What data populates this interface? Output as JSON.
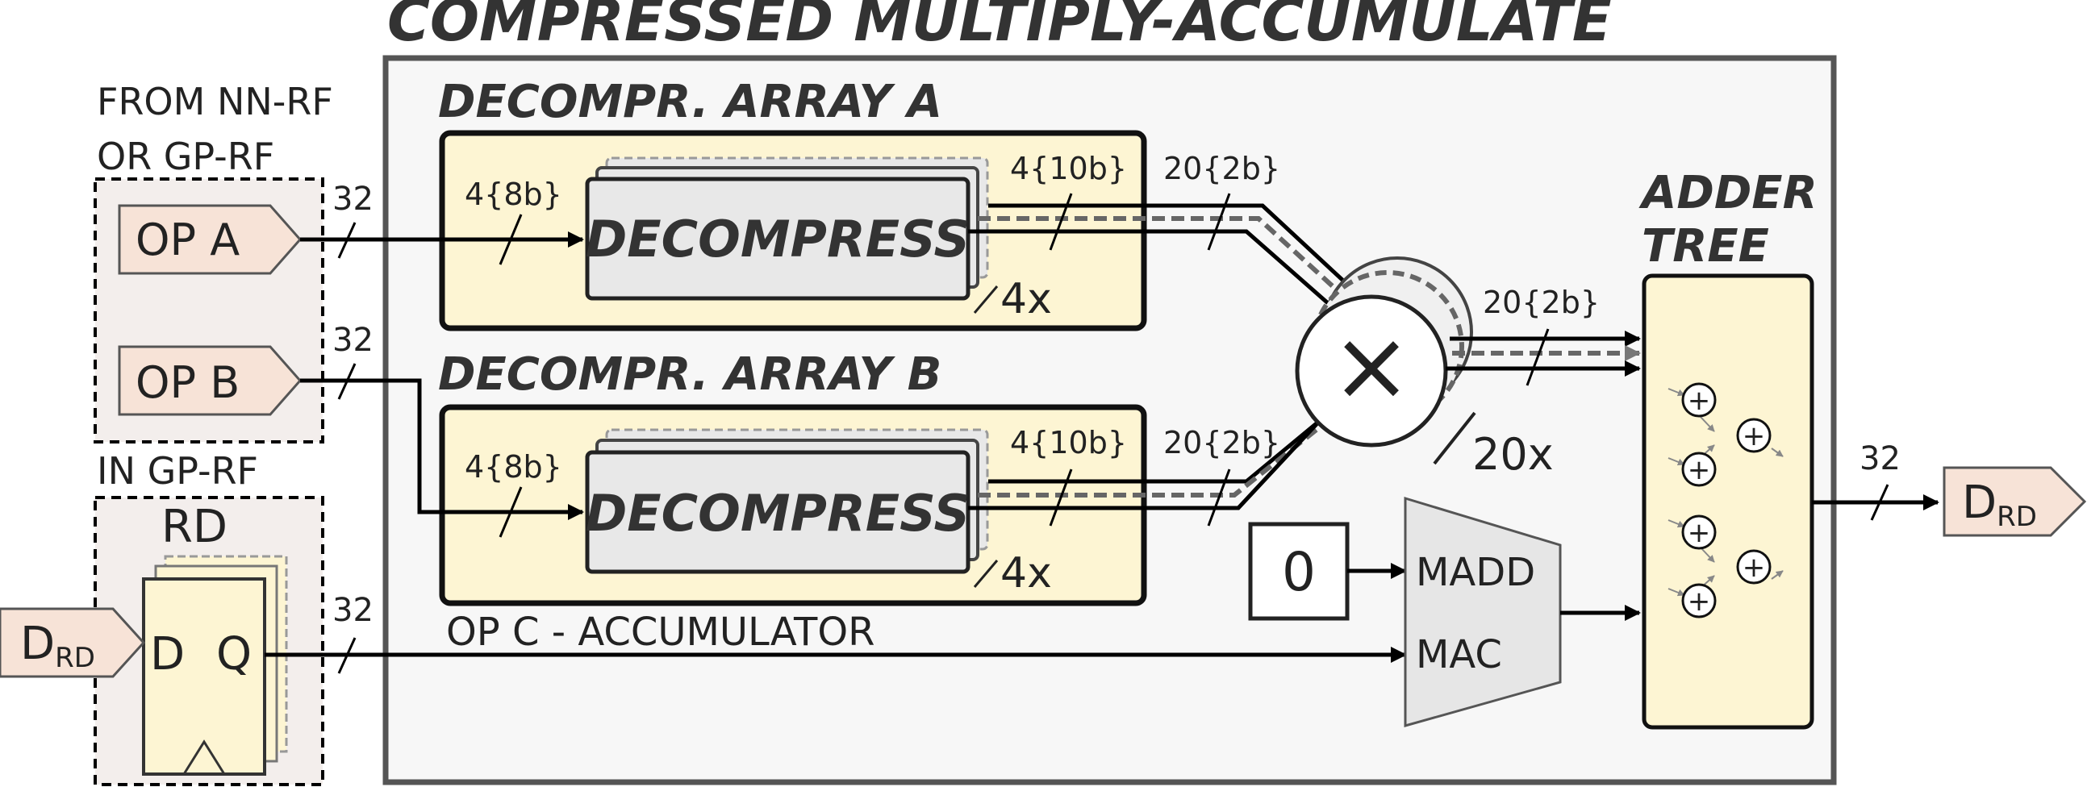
{
  "title": "COMPRESSED MULTIPLY-ACCUMULATE",
  "labels": {
    "from_rf_line1": "FROM NN-RF",
    "from_rf_line2": "OR GP-RF",
    "in_gprf": "IN GP-RF",
    "rd": "RD",
    "op_a": "OP A",
    "op_b": "OP B",
    "d_in_main": "D",
    "d_in_sub": "RD",
    "ff_d": "D",
    "ff_q": "Q",
    "array_a": "DECOMPR. ARRAY A",
    "array_b": "DECOMPR. ARRAY B",
    "decompress": "DECOMPRESS",
    "times_4": "4x",
    "times_20": "20x",
    "adder_tree_line1": "ADDER",
    "adder_tree_line2": "TREE",
    "zero": "0",
    "madd": "MADD",
    "mac": "MAC",
    "op_c": "OP C - ACCUMULATOR",
    "d_out_main": "D",
    "d_out_sub": "RD",
    "multiply_symbol": "×",
    "adder_symbol": "+"
  },
  "bus_widths": {
    "op_a": "32",
    "op_b": "32",
    "acc": "32",
    "dec_in_a": "4{8b}",
    "dec_in_b": "4{8b}",
    "dec_out_a": "4{10b}",
    "dec_out_b": "4{10b}",
    "mult_in_a": "20{2b}",
    "mult_in_b": "20{2b}",
    "mult_out": "20{2b}",
    "out": "32"
  },
  "colors": {
    "module_fill": "#f7f7f7",
    "array_fill": "#fdf5d3",
    "operand_fill": "#f7e3d7",
    "register_fill": "#f3eeec",
    "decompress_fill": "#e8e8e8",
    "frame": "#555555",
    "wire": "#000000",
    "dashed_wire": "#666666"
  }
}
